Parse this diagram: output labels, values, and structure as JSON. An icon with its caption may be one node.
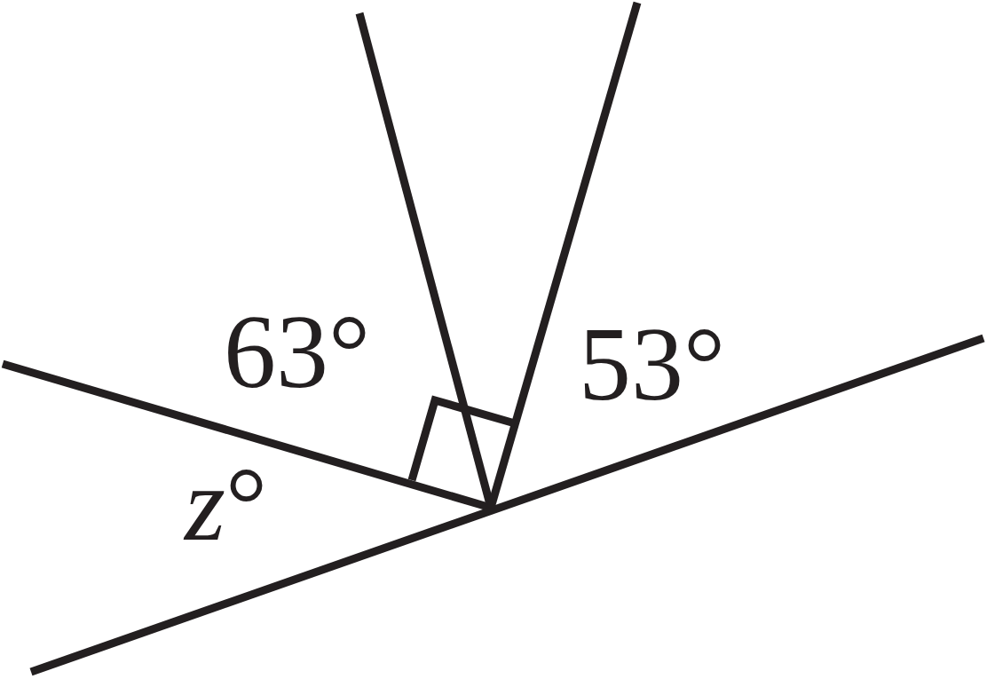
{
  "diagram": {
    "labels": [
      "63°",
      "53°",
      "*z*°"
    ]
  }
}
